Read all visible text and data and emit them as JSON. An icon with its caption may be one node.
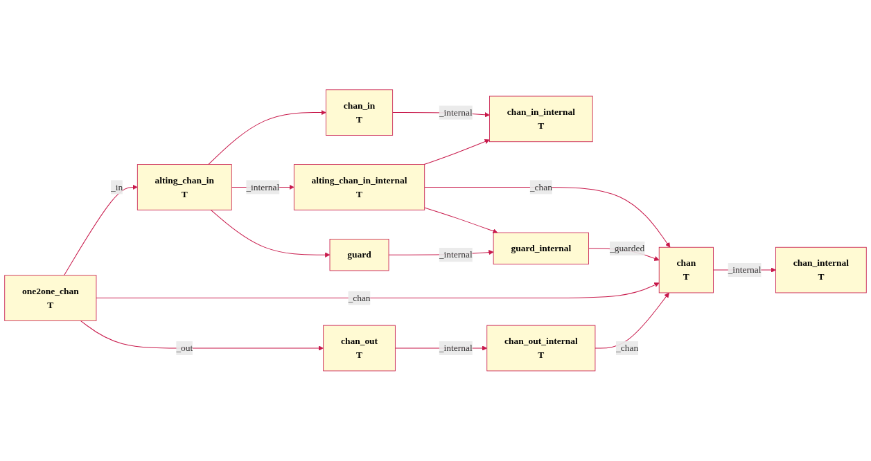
{
  "diagram": {
    "nodes": [
      {
        "text": [
          "chan_in",
          "T"
        ]
      },
      {
        "text": [
          "chan_in_internal",
          "T"
        ]
      },
      {
        "text": [
          "alting_chan_in",
          "T"
        ]
      },
      {
        "text": [
          "alting_chan_in_internal",
          "T"
        ]
      },
      {
        "text": [
          "guard"
        ]
      },
      {
        "text": [
          "guard_internal"
        ]
      },
      {
        "text": [
          "one2one_chan",
          "T"
        ]
      },
      {
        "text": [
          "chan",
          "T"
        ]
      },
      {
        "text": [
          "chan_internal",
          "T"
        ]
      },
      {
        "text": [
          "chan_out",
          "T"
        ]
      },
      {
        "text": [
          "chan_out_internal",
          "T"
        ]
      }
    ],
    "edges": [
      {
        "from": 0,
        "to": 1,
        "arrow": "to",
        "label": "_internal"
      },
      {
        "from": 2,
        "to": 0,
        "arrow": "to"
      },
      {
        "from": 3,
        "to": 1,
        "arrow": "to"
      },
      {
        "from": 2,
        "to": 3,
        "arrow": "to",
        "label": "_internal"
      },
      {
        "from": 6,
        "to": 2,
        "arrow": "to",
        "label": "_in"
      },
      {
        "from": 2,
        "to": 4,
        "arrow": "to"
      },
      {
        "from": 3,
        "to": 5,
        "arrow": "to"
      },
      {
        "from": 3,
        "to": 7,
        "arrow": "to",
        "label": "_chan"
      },
      {
        "from": 4,
        "to": 5,
        "arrow": "to",
        "label": "_internal"
      },
      {
        "from": 5,
        "to": 7,
        "arrow": "to",
        "label": "_guarded"
      },
      {
        "from": 6,
        "to": 7,
        "arrow": "to",
        "label": "_chan"
      },
      {
        "from": 7,
        "to": 8,
        "arrow": "to",
        "label": "_internal"
      },
      {
        "from": 10,
        "to": 7,
        "arrow": "to",
        "label": "_chan"
      },
      {
        "from": 6,
        "to": 9,
        "arrow": "to",
        "label": "_out"
      },
      {
        "from": 9,
        "to": 10,
        "arrow": "to",
        "label": "_internal"
      }
    ]
  }
}
